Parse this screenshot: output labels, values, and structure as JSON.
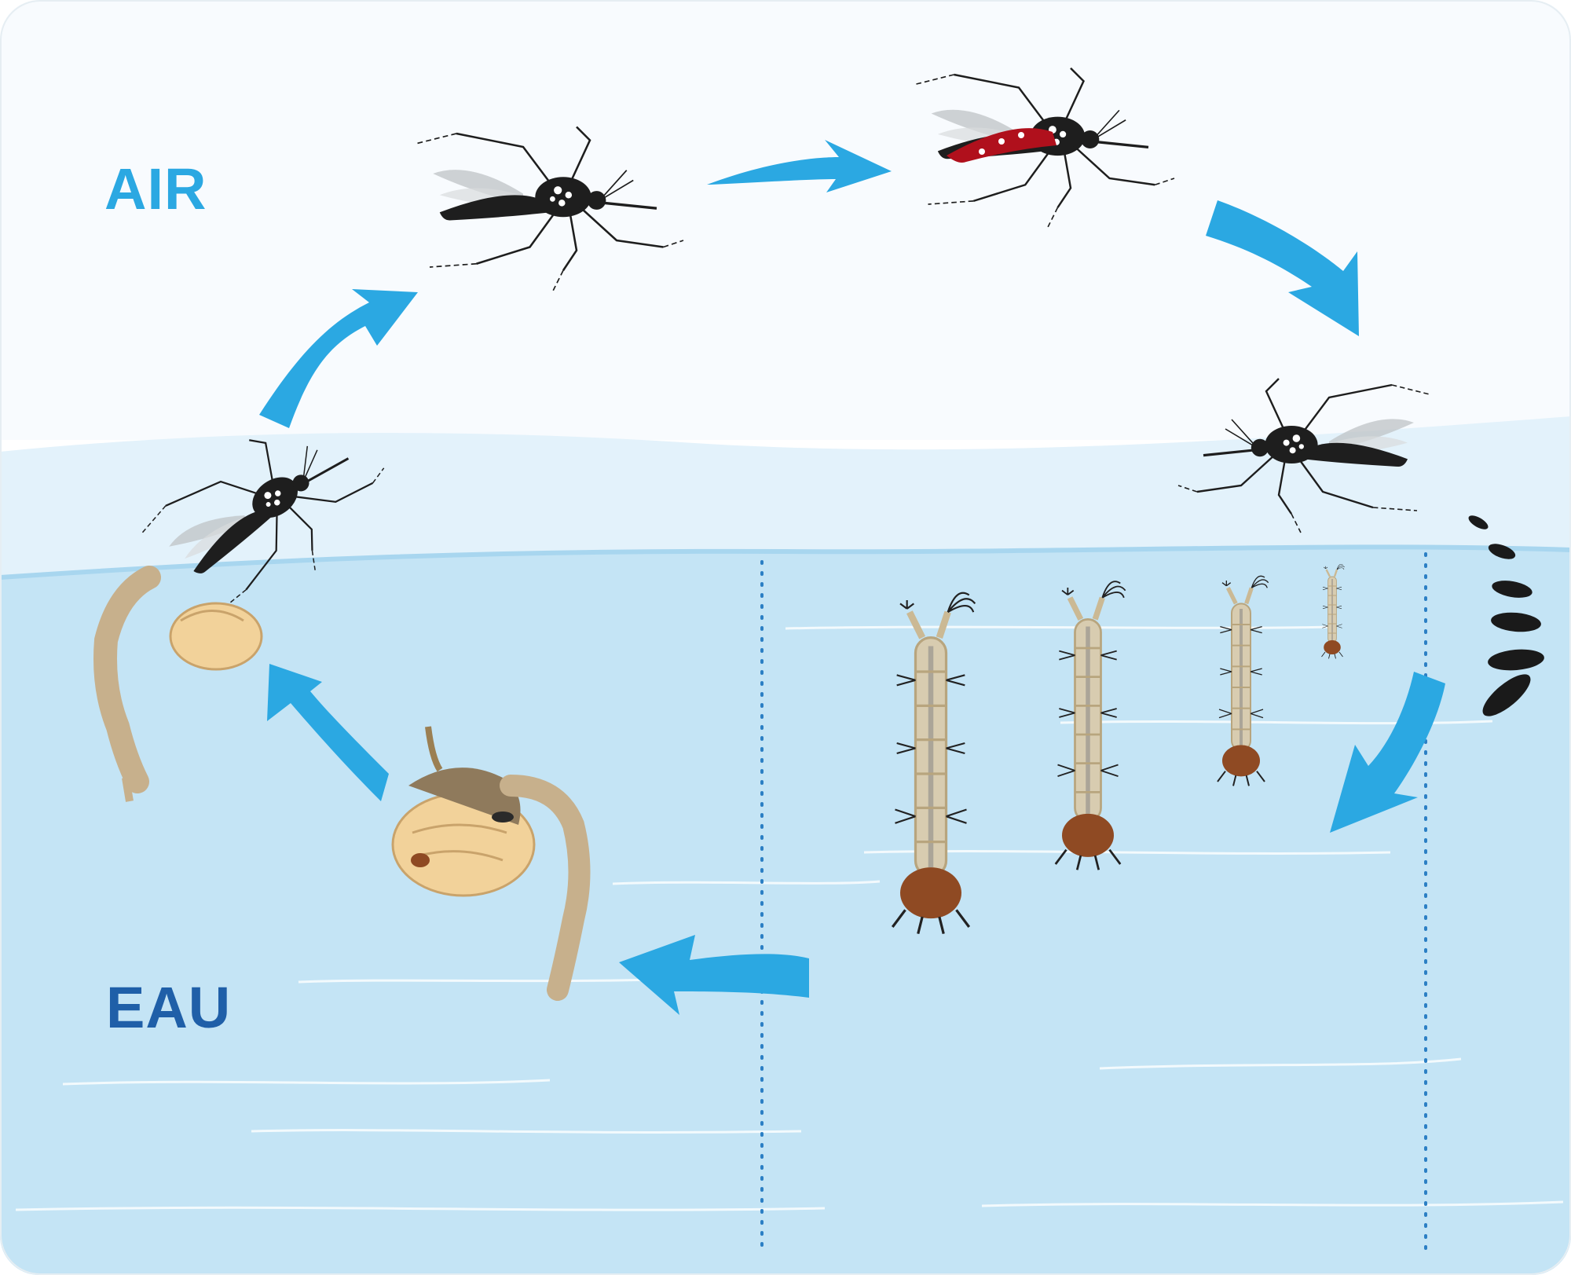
{
  "labels": {
    "air": "AIR",
    "water": "EAU"
  },
  "colors": {
    "air_label": "#2ba8e2",
    "water_label": "#1f5fa8",
    "arrow": "#2ba8e2",
    "water_light": "#e3f2fb",
    "water_deep": "#c4e4f5",
    "divider": "#2b7fc4",
    "mosquito_body": "#1e1e1e",
    "blood_fed_abdomen": "#b0101c",
    "pupa": "#e8c48c",
    "larva": "#d8ccb0",
    "egg": "#1a1a1a"
  },
  "stages": [
    {
      "name": "adult-emerging",
      "medium": "water-surface"
    },
    {
      "name": "adult-flying",
      "medium": "air"
    },
    {
      "name": "adult-blood-fed",
      "medium": "air"
    },
    {
      "name": "adult-laying-eggs",
      "medium": "air"
    },
    {
      "name": "eggs",
      "medium": "water"
    },
    {
      "name": "larvae",
      "medium": "water",
      "instars": 4
    },
    {
      "name": "pupa",
      "medium": "water"
    }
  ]
}
